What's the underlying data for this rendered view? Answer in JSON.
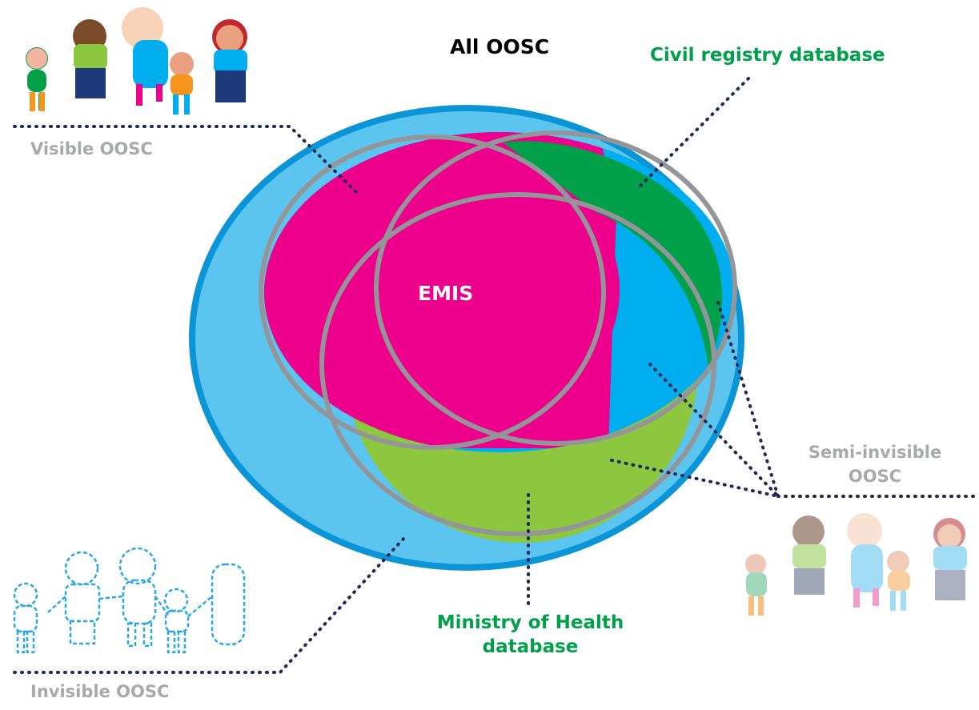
{
  "labels": {
    "all_oosc": "All OOSC",
    "civil_registry": "Civil registry database",
    "visible_oosc": "Visible OOSC",
    "emis": "EMIS",
    "semi_invisible_line1": "Semi-invisible",
    "semi_invisible_line2": "OOSC",
    "ministry_health_line1": "Ministry of Health",
    "ministry_health_line2": "database",
    "invisible_oosc": "Invisible OOSC"
  },
  "colors": {
    "all_oosc_fill": "#5BC5F0",
    "all_oosc_border": "#0B95D6",
    "emis": "#EC008C",
    "civil_registry": "#00A04B",
    "semi_invisible_region": "#00AEEF",
    "ministry_health": "#8DC63F",
    "circle_outline": "#939598",
    "label_green": "#00A04B",
    "label_grey": "#A7A9AC",
    "dotted_line": "#1F2A5A"
  },
  "illustrations": {
    "visible_family": "family-group-colored",
    "semi_invisible_family": "family-group-faded",
    "invisible_family": "family-group-dashed-outline"
  }
}
